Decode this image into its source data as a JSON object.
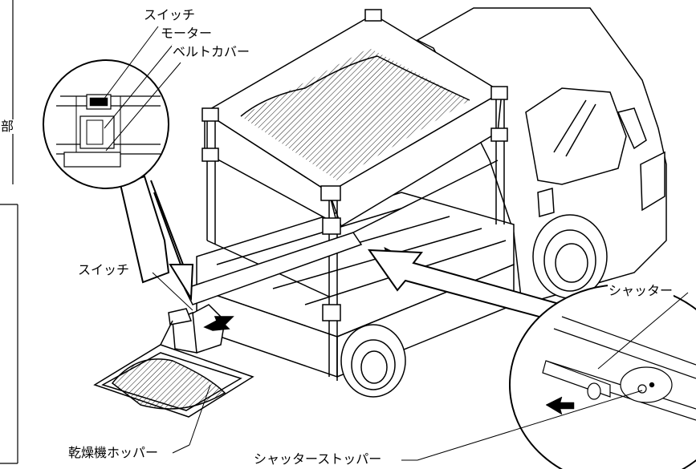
{
  "labels": {
    "switch_top": "スイッチ",
    "motor": "モーター",
    "belt_cover": "ベルトカバー",
    "switch_main": "スイッチ",
    "shutter": "シャッター",
    "dryer_hopper": "乾燥機ホッパー",
    "shutter_stopper": "シャッターストッパー",
    "left_margin_char": "部"
  }
}
